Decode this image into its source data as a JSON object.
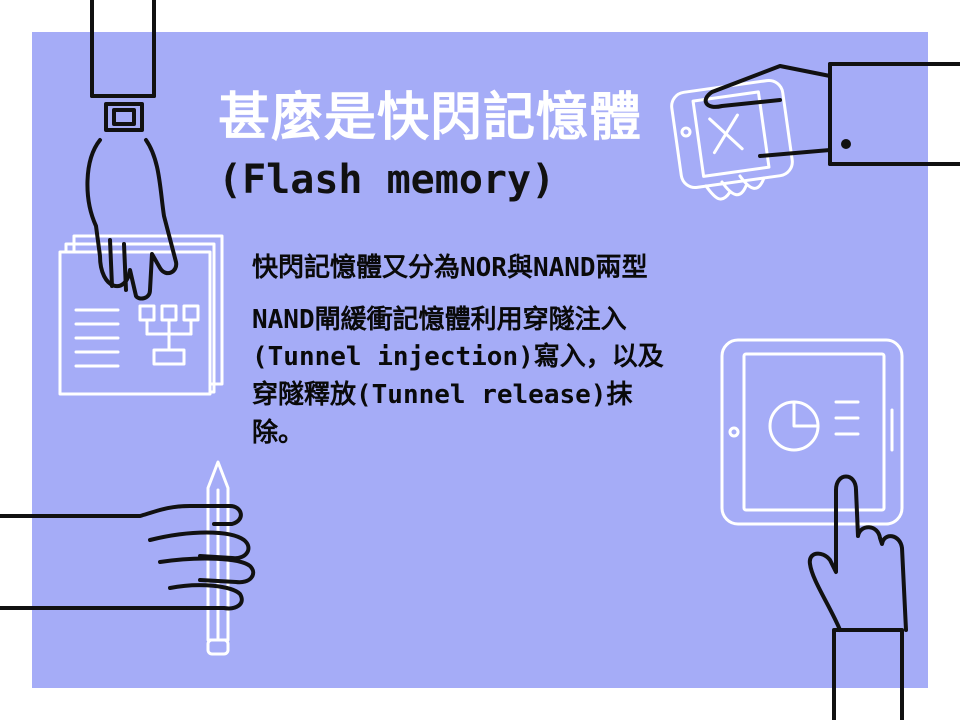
{
  "slide": {
    "title_line1": "甚麼是快閃記憶體",
    "title_line2": "(Flash memory)",
    "paragraphs": [
      "快閃記憶體又分為NOR與NAND兩型",
      "NAND閘緩衝記憶體利用穿隧注入(Tunnel injection)寫入，以及穿隧釋放(Tunnel release)抹除。"
    ]
  },
  "colors": {
    "panel": "#a5acf7",
    "title_white": "#ffffff",
    "text_dark": "#111111"
  },
  "illustrations": [
    "wristwatch-hand-icon",
    "document-chart-icon",
    "phone-hand-icon",
    "pencil-fist-icon",
    "tablet-pie-chart-icon",
    "pointing-hand-icon"
  ]
}
